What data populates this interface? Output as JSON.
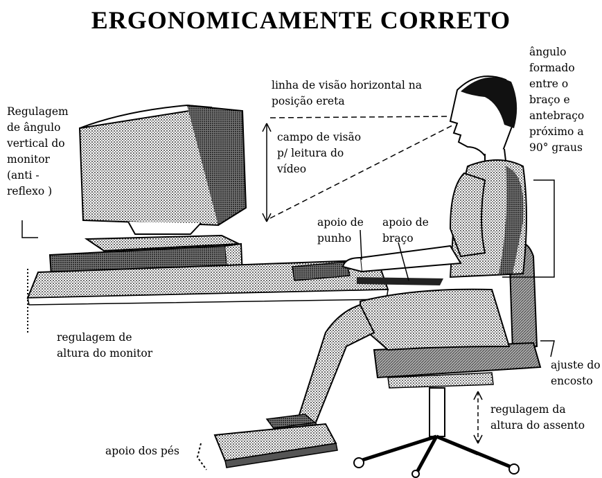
{
  "title": "ERGONOMICAMENTE  CORRETO",
  "labels": {
    "angulo_braco": "ângulo\nformado\nentre o\nbraço e\nantebraço\npróximo a\n90° graus",
    "linha_visao": "linha de visão horizontal na\nposição ereta",
    "campo_visao": "campo de visão\np/ leitura do\nvídeo",
    "regulagem_angulo": "Regulagem\nde ângulo\nvertical do\nmonitor\n(anti -\nreflexo )",
    "apoio_punho": "apoio de\npunho",
    "apoio_braco": "apoio de\nbraço",
    "regulagem_altura_monitor": "regulagem de\naltura do monitor",
    "ajuste_encosto": "ajuste do\nencosto",
    "regulagem_assento": "regulagem da\naltura do assento",
    "apoio_pes": "apoio dos pés"
  },
  "colors": {
    "ink": "#000000",
    "paper": "#ffffff",
    "shade": "#8a8a8a",
    "dark_shade": "#3a3a3a"
  }
}
